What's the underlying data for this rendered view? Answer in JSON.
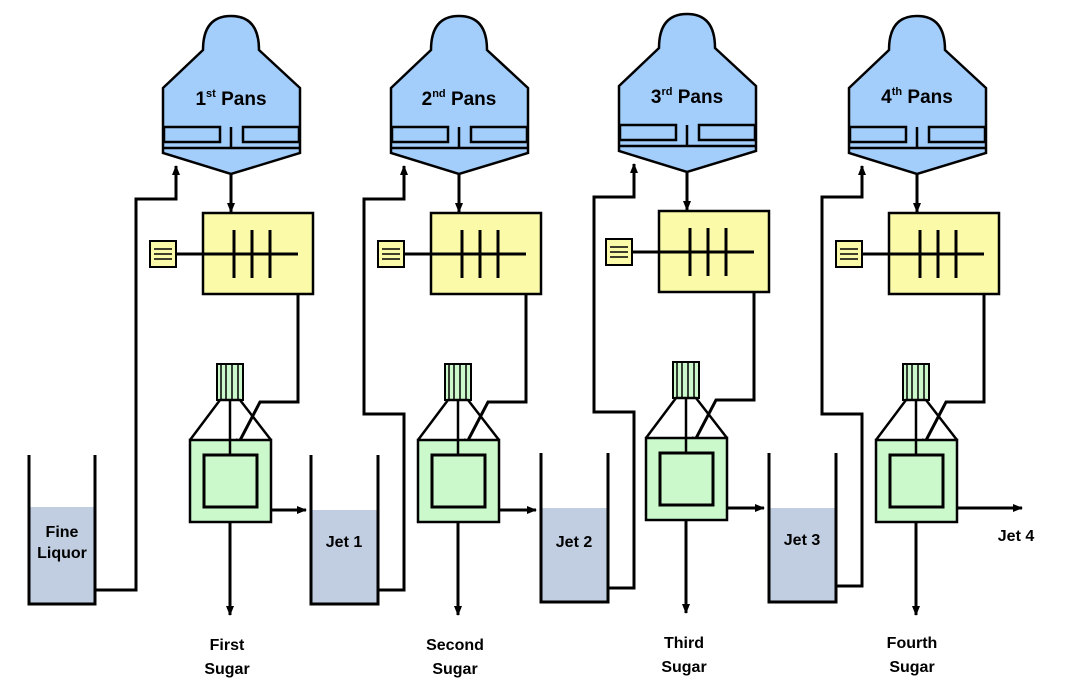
{
  "pans": [
    {
      "num": "1",
      "sup": "st",
      "word": "Pans"
    },
    {
      "num": "2",
      "sup": "nd",
      "word": "Pans"
    },
    {
      "num": "3",
      "sup": "rd",
      "word": "Pans"
    },
    {
      "num": "4",
      "sup": "th",
      "word": "Pans"
    }
  ],
  "feed_tank": {
    "line1": "Fine",
    "line2": "Liquor"
  },
  "jets": [
    "Jet 1",
    "Jet 2",
    "Jet 3",
    "Jet 4"
  ],
  "sugars": [
    {
      "line1": "First",
      "line2": "Sugar"
    },
    {
      "line1": "Second",
      "line2": "Sugar"
    },
    {
      "line1": "Third",
      "line2": "Sugar"
    },
    {
      "line1": "Fourth",
      "line2": "Sugar"
    }
  ],
  "colors": {
    "pan": "#a3cdfb",
    "crystallizer": "#fbfaa8",
    "centrifugal": "#ccf9cc",
    "tank_liquid": "#c1cde0",
    "line": "#000000"
  }
}
